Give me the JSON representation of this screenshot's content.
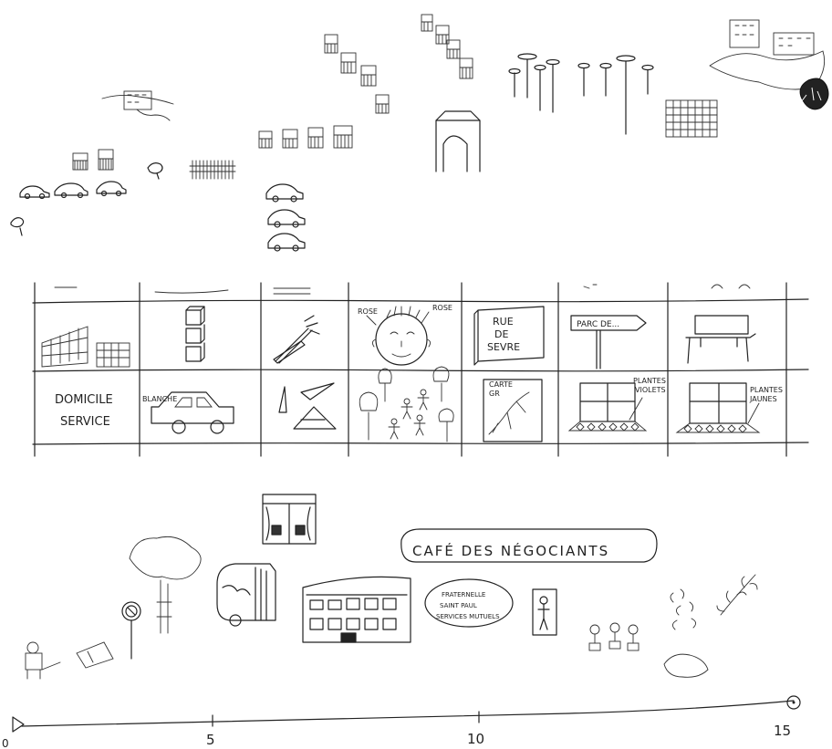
{
  "grid": {
    "row1": {
      "roof_left": "ROSE",
      "roof_right": "ROSE",
      "street_sign": [
        "RUE",
        "DE",
        "SEVRE"
      ],
      "park_sign": "PARC DE..."
    },
    "row2": {
      "domicile": [
        "DOMICILE",
        "SERVICE"
      ],
      "car_label": "BLANCHE",
      "map_label": [
        "CARTE",
        "GR"
      ],
      "violet_label": [
        "PLANTES",
        "VIOLETS"
      ],
      "yellow_label": [
        "PLANTES",
        "JAUNES"
      ]
    }
  },
  "bottom": {
    "cafe_sign": "CAFÉ DES NÉGOCIANTS",
    "oval_sign": [
      "FRATERNELLE",
      "SAINT PAUL",
      "SERVICES MUTUELS"
    ]
  },
  "timeline": {
    "ticks": [
      "0",
      "5",
      "10",
      "15"
    ]
  }
}
